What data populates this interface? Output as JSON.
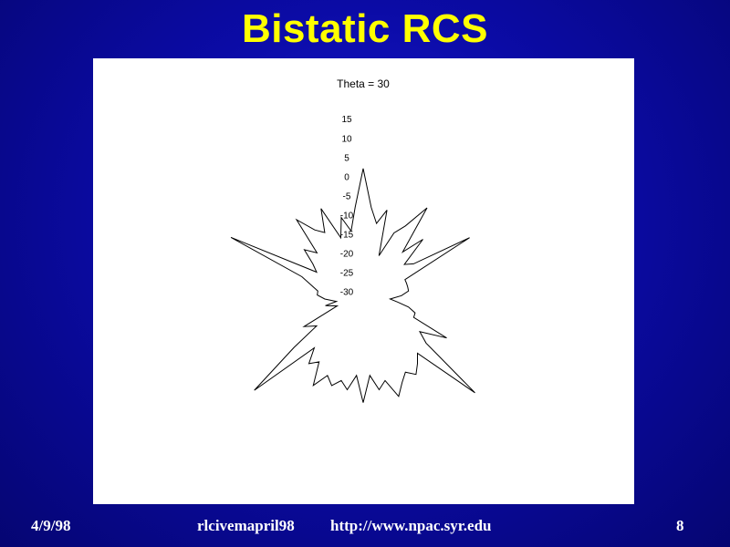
{
  "slide": {
    "title": "Bistatic RCS"
  },
  "footer": {
    "date": "4/9/98",
    "file": "rlcivemapril98",
    "url": "http://www.npac.syr.edu",
    "page": "8"
  },
  "colors": {
    "background": "#0b0ba6",
    "title": "#ffff00",
    "plot_background": "#ffffff",
    "trace": "#000000"
  },
  "chart_data": {
    "type": "polar line",
    "title": "Theta = 30",
    "radial_range": [
      -32,
      16
    ],
    "radial_ticks": [
      "15",
      "10",
      "5",
      "0",
      "-5",
      "-10",
      "-15",
      "-20",
      "-25",
      "-30"
    ],
    "series": [
      {
        "angle_deg": [
          0,
          5,
          10,
          15,
          20,
          25,
          30,
          35,
          40,
          45,
          50,
          55,
          60,
          65,
          70,
          75,
          80,
          85,
          90,
          95,
          100,
          105,
          110,
          115,
          120,
          125,
          130,
          135,
          140,
          145,
          150,
          155,
          160,
          165,
          170,
          175,
          180,
          185,
          190,
          195,
          200,
          205,
          210,
          215,
          220,
          225,
          230,
          235,
          240,
          245,
          250,
          255,
          260,
          265,
          270,
          275,
          280,
          285,
          290,
          295,
          300,
          305,
          310,
          315,
          320,
          325,
          330,
          335,
          340,
          345,
          350,
          355
        ],
        "rcs": [
          2,
          -8,
          -12,
          -8,
          -20,
          -13,
          -10,
          -3,
          -16,
          -10,
          -18,
          -16,
          0,
          -20,
          -20,
          -20,
          -20,
          -22,
          -25,
          -23,
          -20,
          -18,
          -18,
          -8,
          -15,
          -12,
          6,
          -12,
          -10,
          -8,
          -10,
          -8,
          -5,
          -10,
          -8,
          -12,
          -5,
          -12,
          -8,
          -10,
          -8,
          -10,
          -6,
          -12,
          -10,
          -14,
          5,
          -10,
          -18,
          -15,
          -22,
          -25,
          -22,
          -25,
          -22,
          -20,
          -20,
          -18,
          -15,
          6,
          -18,
          -16,
          -12,
          -15,
          -5,
          -10,
          -12,
          -6,
          -15,
          -10,
          -14,
          -8
        ]
      }
    ]
  }
}
